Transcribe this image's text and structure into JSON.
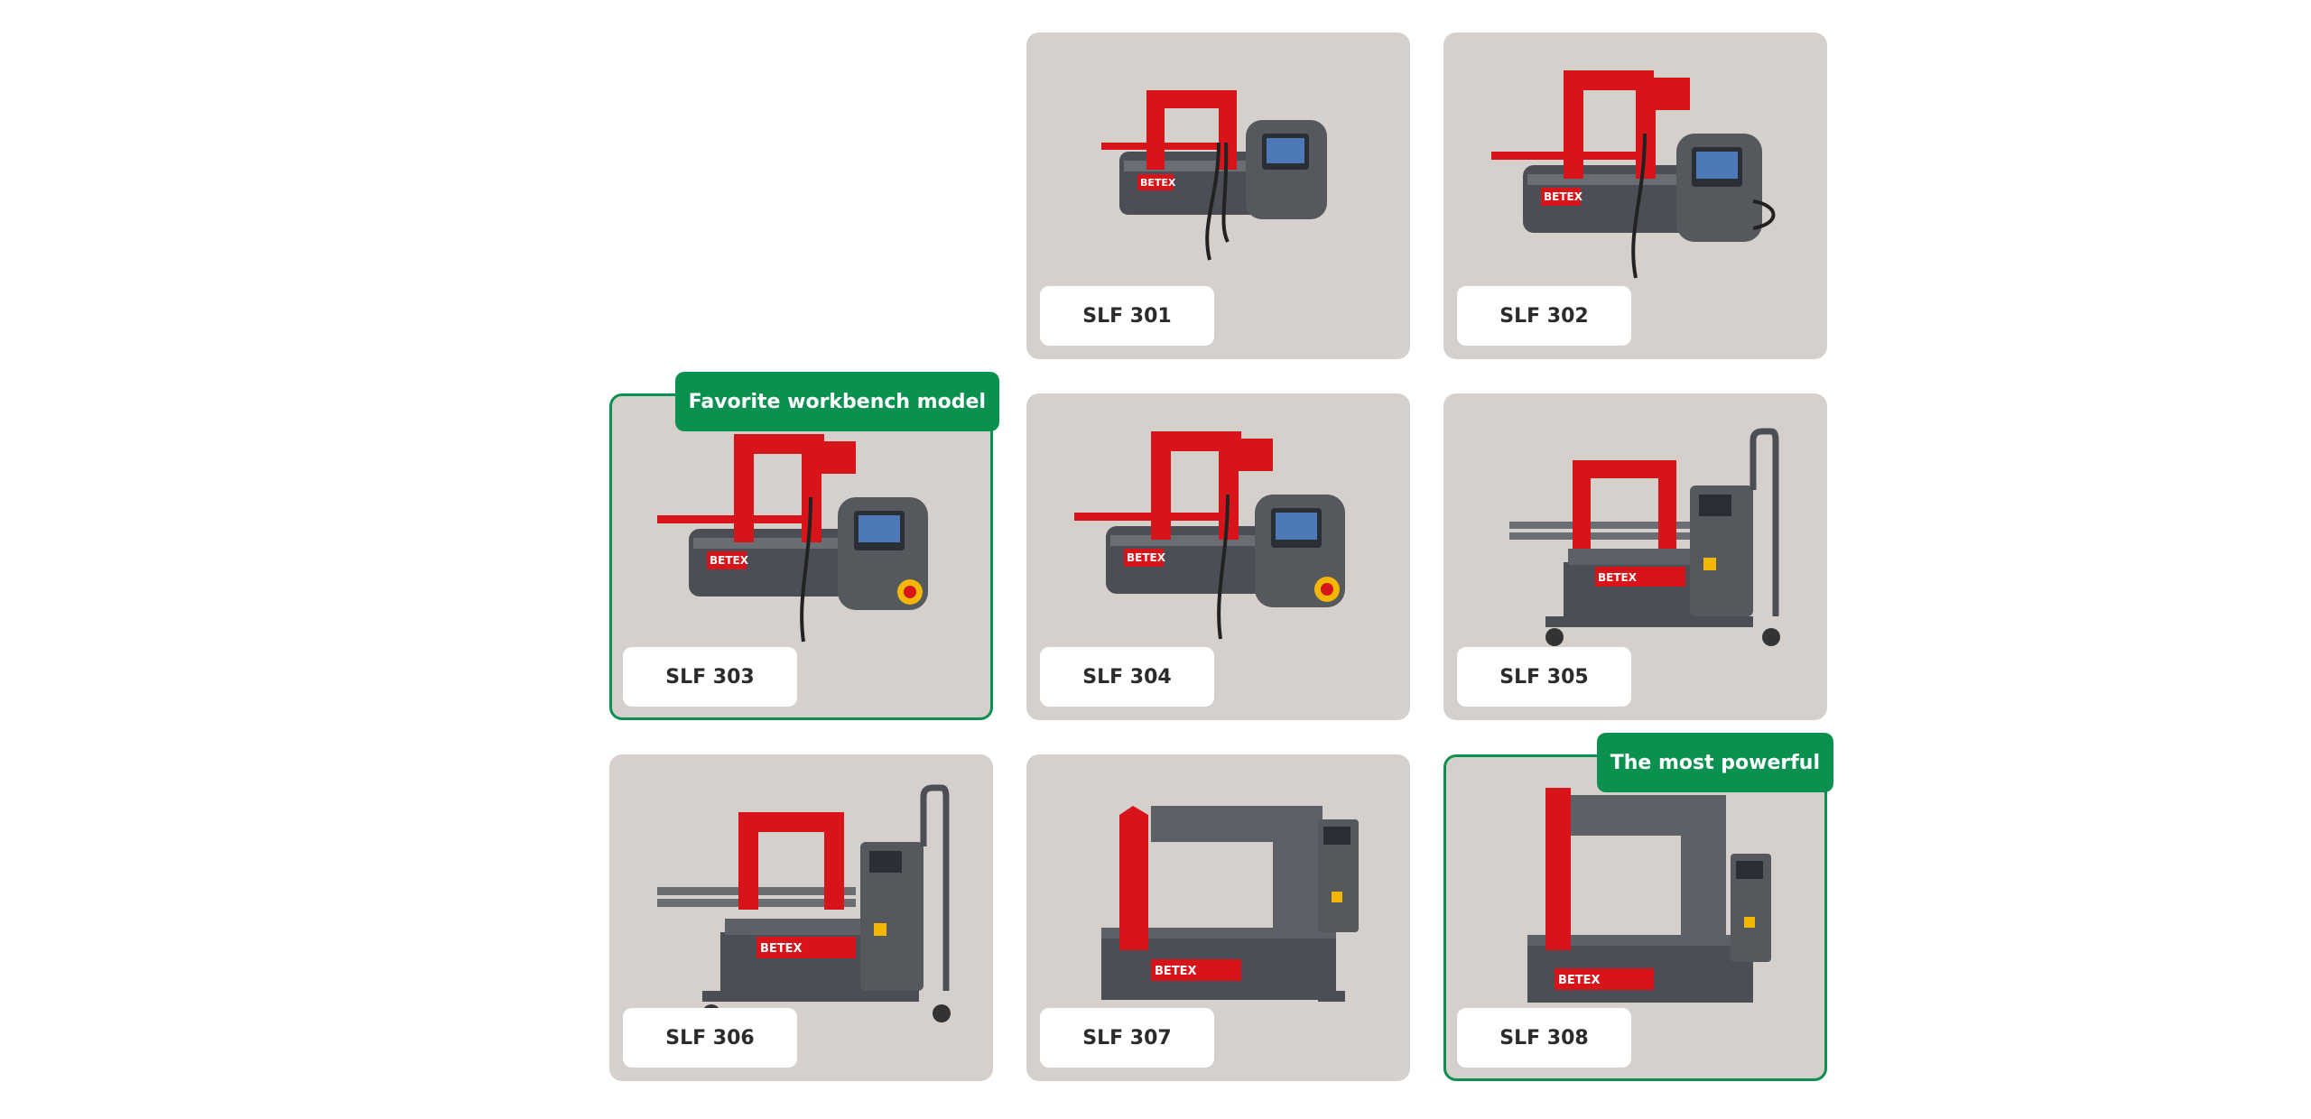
{
  "products": [
    {
      "model": "SLF 301",
      "badge": "",
      "brand": "BETEX"
    },
    {
      "model": "SLF 302",
      "badge": "",
      "brand": "BETEX"
    },
    {
      "model": "SLF 303",
      "badge": "Favorite workbench model",
      "brand": "BETEX"
    },
    {
      "model": "SLF 304",
      "badge": "",
      "brand": "BETEX"
    },
    {
      "model": "SLF 305",
      "badge": "",
      "brand": "BETEX"
    },
    {
      "model": "SLF 306",
      "badge": "",
      "brand": "BETEX"
    },
    {
      "model": "SLF 307",
      "badge": "",
      "brand": "BETEX"
    },
    {
      "model": "SLF 308",
      "badge": "The most powerful",
      "brand": "BETEX"
    }
  ],
  "colors": {
    "card_bg": "#d6d0cc",
    "accent_green": "#0a9150",
    "machine_red": "#d7141a",
    "machine_grey": "#4b4f55",
    "label_bg": "#ffffff"
  },
  "icons": {
    "product_image": "induction-heater-icon"
  }
}
